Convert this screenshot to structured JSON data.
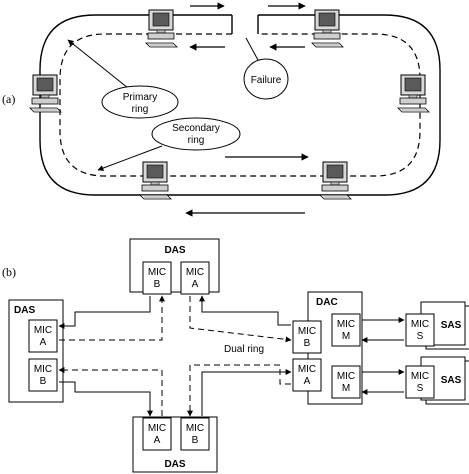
{
  "panel_a": {
    "label": "(a)",
    "callouts": {
      "primary_line1": "Primary",
      "primary_line2": "ring",
      "secondary_line1": "Secondary",
      "secondary_line2": "ring",
      "failure": "Failure"
    }
  },
  "panel_b": {
    "label": "(b)",
    "center_label": "Dual ring",
    "stations": {
      "top_title": "DAS",
      "left_title": "DAS",
      "bottom_title": "DAS",
      "dac_title": "DAC",
      "sas1_title": "SAS",
      "sas2_title": "SAS"
    },
    "mic": {
      "top_b": [
        "MIC",
        "B"
      ],
      "top_a": [
        "MIC",
        "A"
      ],
      "left_a": [
        "MIC",
        "A"
      ],
      "left_b": [
        "MIC",
        "B"
      ],
      "bottom_a": [
        "MIC",
        "A"
      ],
      "bottom_b": [
        "MIC",
        "B"
      ],
      "dac_b": [
        "MIC",
        "B"
      ],
      "dac_a": [
        "MIC",
        "A"
      ],
      "dac_m1": [
        "MIC",
        "M"
      ],
      "dac_m2": [
        "MIC",
        "M"
      ],
      "sas1_s": [
        "MIC",
        "S"
      ],
      "sas2_s": [
        "MIC",
        "S"
      ]
    }
  }
}
